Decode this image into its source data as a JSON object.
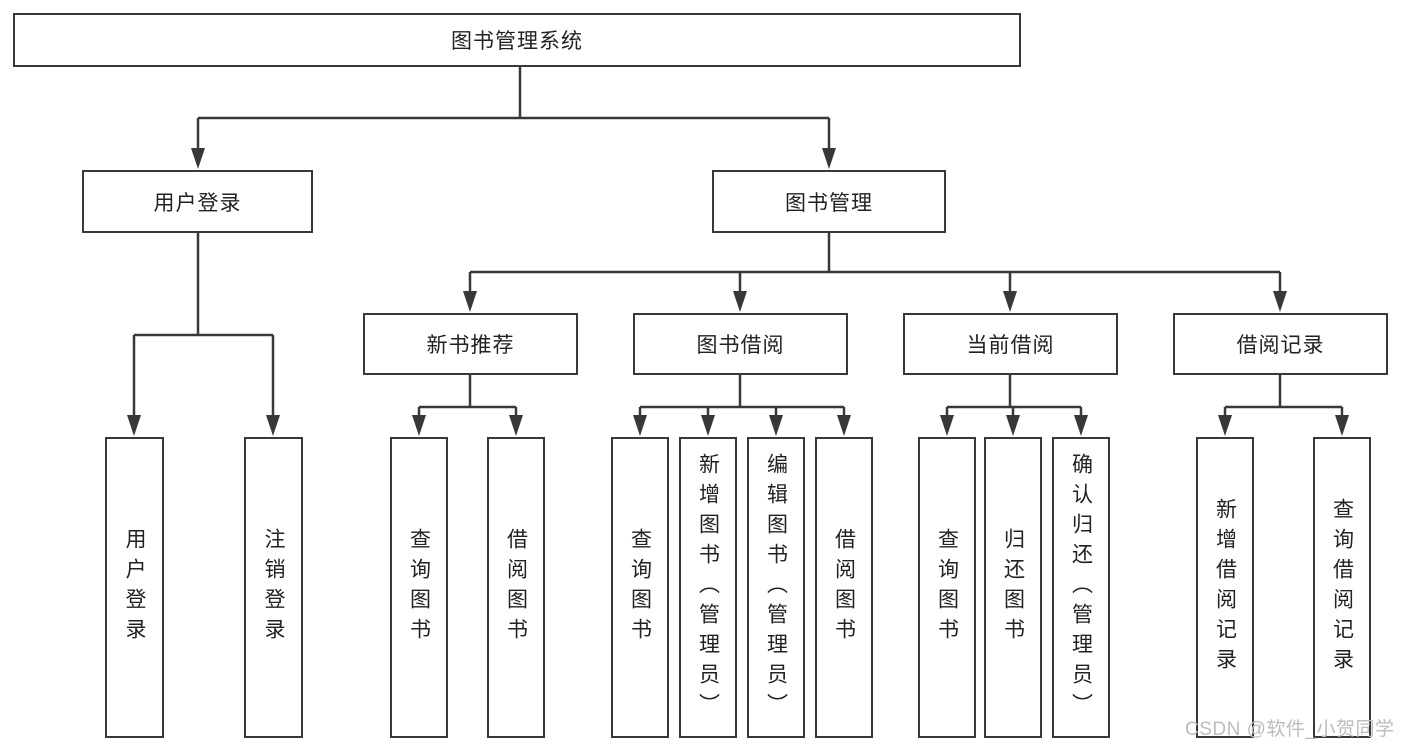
{
  "diagram": {
    "root": {
      "label": "图书管理系统"
    },
    "level2": [
      {
        "label": "用户登录"
      },
      {
        "label": "图书管理"
      }
    ],
    "level3": [
      {
        "label": "新书推荐"
      },
      {
        "label": "图书借阅"
      },
      {
        "label": "当前借阅"
      },
      {
        "label": "借阅记录"
      }
    ],
    "leaves": [
      {
        "label": "用户登录"
      },
      {
        "label": "注销登录"
      },
      {
        "label": "查询图书"
      },
      {
        "label": "借阅图书"
      },
      {
        "label": "查询图书"
      },
      {
        "label": "新增图书（管理员）"
      },
      {
        "label": "编辑图书（管理员）"
      },
      {
        "label": "借阅图书"
      },
      {
        "label": "查询图书"
      },
      {
        "label": "归还图书"
      },
      {
        "label": "确认归还（管理员）"
      },
      {
        "label": "新增借阅记录"
      },
      {
        "label": "查询借阅记录"
      }
    ],
    "watermark": "CSDN @软件_小贺同学"
  },
  "colors": {
    "line": "#383838",
    "text": "#222222",
    "watermark": "#b9bdc1",
    "background": "#ffffff"
  }
}
